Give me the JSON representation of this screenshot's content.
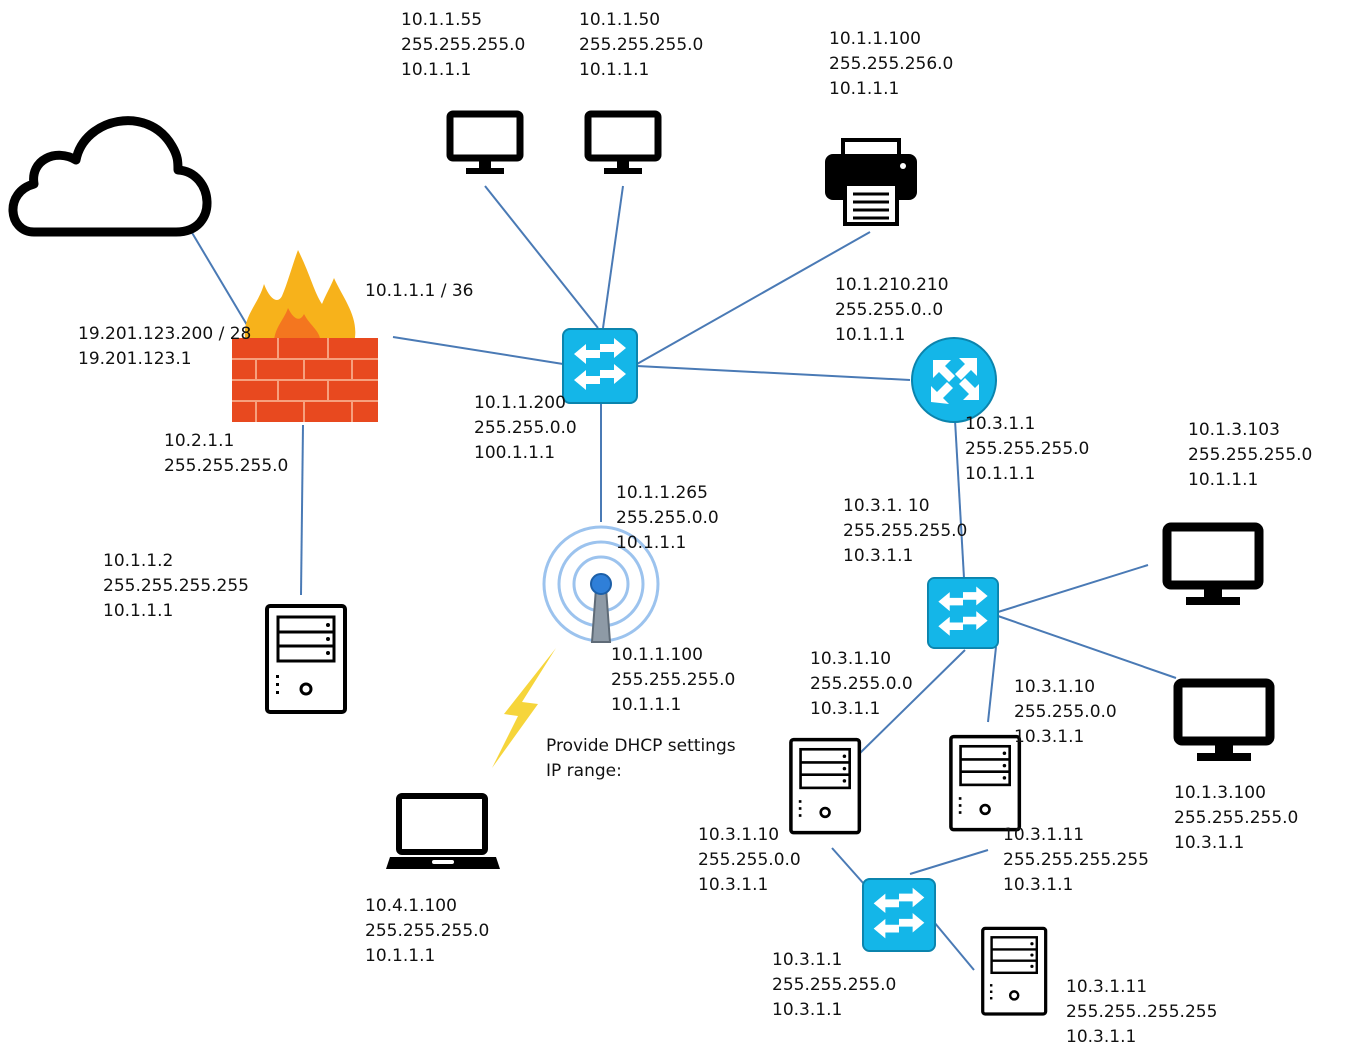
{
  "labels": {
    "pc1": [
      "10.1.1.55",
      "255.255.255.0",
      "10.1.1.1"
    ],
    "pc2": [
      "10.1.1.50",
      "255.255.255.0",
      "10.1.1.1"
    ],
    "printer": [
      "10.1.1.100",
      "255.255.256.0",
      "10.1.1.1"
    ],
    "firewall_inside": [
      "10.1.1.1 / 36"
    ],
    "firewall_outside": [
      "19.201.123.200 / 28",
      "19.201.123.1"
    ],
    "firewall_dmz": [
      "10.2.1.1",
      "255.255.255.0"
    ],
    "dmz_server": [
      "10.1.1.2",
      "255.255.255.255",
      "10.1.1.1"
    ],
    "core_switch": [
      "10.1.1.200",
      "255.255.0.0",
      "100.1.1.1"
    ],
    "router_wan": [
      "10.1.210.210",
      "255.255.0..0",
      "10.1.1.1"
    ],
    "router_lan": [
      "10.3.1.1",
      "255.255.255.0",
      "10.1.1.1"
    ],
    "access_point_link": [
      "10.1.1.265",
      "255.255.0.0",
      "10.1.1.1"
    ],
    "access_point": [
      "10.1.1.100",
      "255.255.255.0",
      "10.1.1.1"
    ],
    "dhcp_note": [
      "Provide DHCP settings",
      "IP range:"
    ],
    "laptop": [
      "10.4.1.100",
      "255.255.255.0",
      "10.1.1.1"
    ],
    "switch2": [
      "10.3.1. 10",
      "255.255.255.0",
      "10.3.1.1"
    ],
    "pc3": [
      "10.1.3.103",
      "255.255.255.0",
      "10.1.1.1"
    ],
    "pc4": [
      "10.1.3.100",
      "255.255.255.0",
      "10.3.1.1"
    ],
    "server_a_link": [
      "10.3.1.10",
      "255.255.0.0",
      "10.3.1.1"
    ],
    "server_b": [
      "10.3.1.10",
      "255.255.0.0",
      "10.3.1.1"
    ],
    "server_a": [
      "10.3.1.10",
      "255.255.0.0",
      "10.3.1.1"
    ],
    "server_b_link": [
      "10.3.1.11",
      "255.255.255.255",
      "10.3.1.1"
    ],
    "switch3": [
      "10.3.1.1",
      "255.255.255.0",
      "10.3.1.1"
    ],
    "server_c": [
      "10.3.1.11",
      "255.255..255.255",
      "10.3.1.1"
    ]
  },
  "icons": {
    "cloud": "cloud-icon",
    "firewall": "firewall-icon",
    "switch": "switch-icon",
    "router": "router-icon",
    "monitor": "monitor-icon",
    "printer": "printer-icon",
    "server": "server-icon",
    "access_point": "wireless-access-point-icon",
    "laptop": "laptop-icon",
    "wireless_link": "lightning-icon"
  },
  "colors": {
    "link": "#4a7ab5",
    "switch_fill": "#14b6e8",
    "router_fill": "#14b6e8",
    "firewall_brick": "#e8491f",
    "flame_outer": "#f7b21b",
    "flame_inner": "#f4761f",
    "lightning": "#f6d53b",
    "ap_waves": "#9cc3ee"
  }
}
